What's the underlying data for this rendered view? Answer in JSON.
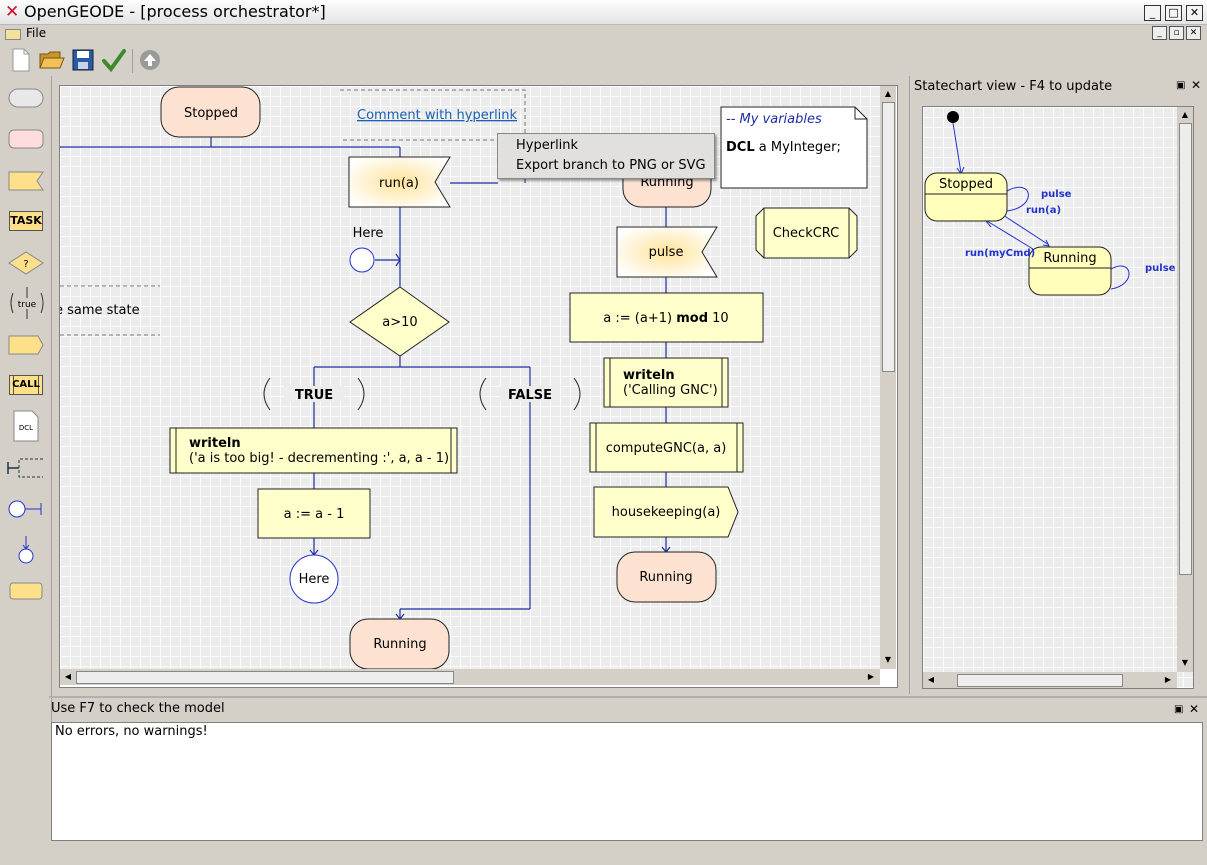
{
  "window": {
    "title": "OpenGEODE - [process orchestrator*]"
  },
  "menubar": {
    "file": "File"
  },
  "toolbar": {
    "icons": [
      "new-icon",
      "open-icon",
      "save-icon",
      "check-icon",
      "up-icon"
    ]
  },
  "palette": {
    "task_label": "TASK",
    "decision_label": "?",
    "answer_label": "true",
    "call_label": "CALL",
    "dcl_label": "DCL"
  },
  "diagram": {
    "stopped": "Stopped",
    "comment_link": "Comment with hyperlink",
    "run_input": "run(a)",
    "here_connector": "Here",
    "decision": "a>10",
    "true_answer": "TRUE",
    "false_answer": "FALSE",
    "writeln_kw": "writeln",
    "writeln_args": "('a is too big! - decrementing :', a, a - 1)",
    "task_decrement": "a := a - 1",
    "join_here": "Here",
    "running_bottom": "Running",
    "comment_fragment": "e same state",
    "running_right_top": "Running",
    "pulse_input": "pulse",
    "task_mod_left": "a := (a+1) ",
    "task_mod_kw": "mod",
    "task_mod_right": " 10",
    "writeln2_kw": "writeln",
    "writeln2_args": "('Calling GNC')",
    "compute_proc": "computeGNC(a, a)",
    "housekeeping": "housekeeping(a)",
    "running_right_bottom": "Running",
    "text_area_title": "-- My variables",
    "text_area_kw": "DCL",
    "text_area_decl": " a MyInteger;",
    "checkcrc": "CheckCRC"
  },
  "context_menu": {
    "items": [
      "Hyperlink",
      "Export branch to PNG or SVG"
    ]
  },
  "statechart": {
    "title": "Statechart view - F4 to update",
    "stopped": "Stopped",
    "running": "Running",
    "pulse1": "pulse",
    "runa": "run(a)",
    "runmycmd": "run(myCmd)",
    "pulse2": "pulse"
  },
  "messages": {
    "title": "Use F7 to check the model",
    "text": "No errors, no warnings!"
  },
  "colors": {
    "state_fill": "#fce4d6",
    "symbol_fill": "#ffffcc",
    "link": "#0000c0"
  }
}
